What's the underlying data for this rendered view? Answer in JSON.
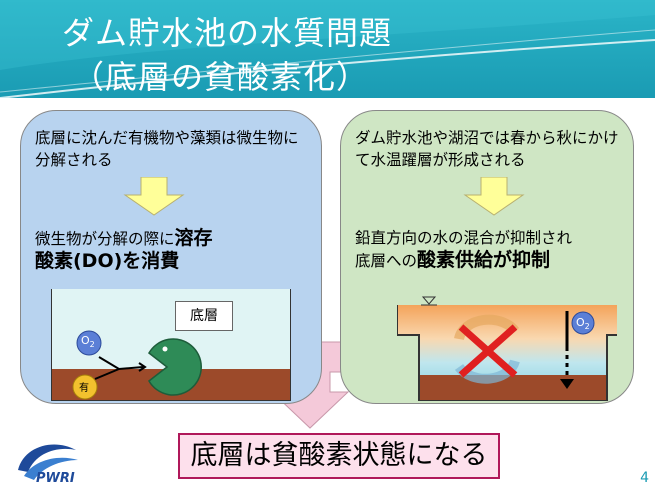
{
  "header": {
    "title_line1": "ダム貯水池の水質問題",
    "title_line2": "（底層の貧酸素化）"
  },
  "left_panel": {
    "text1": "底層に沈んだ有機物や藻類は微生物に分解される",
    "text2_pre": "微生物が分解の際に",
    "text2_bold1": "溶存",
    "text2_bold2": "酸素(DO)を消費",
    "illus_label": "底層",
    "o2_label": "O",
    "o2_sub": "2",
    "organic_label": "有"
  },
  "right_panel": {
    "text1": "ダム貯水池や湖沼では春から秋にかけて水温躍層が形成される",
    "text2_line1": "鉛直方向の水の混合が抑制され",
    "text2_pre": "底層への",
    "text2_bold1": "酸素供給",
    "text2_mid": "が",
    "text2_bold2": "抑制",
    "o2_label": "O",
    "o2_sub": "2"
  },
  "conclusion": "底層は貧酸素状態になる",
  "page_number": "4",
  "logo_text": "PWRI"
}
